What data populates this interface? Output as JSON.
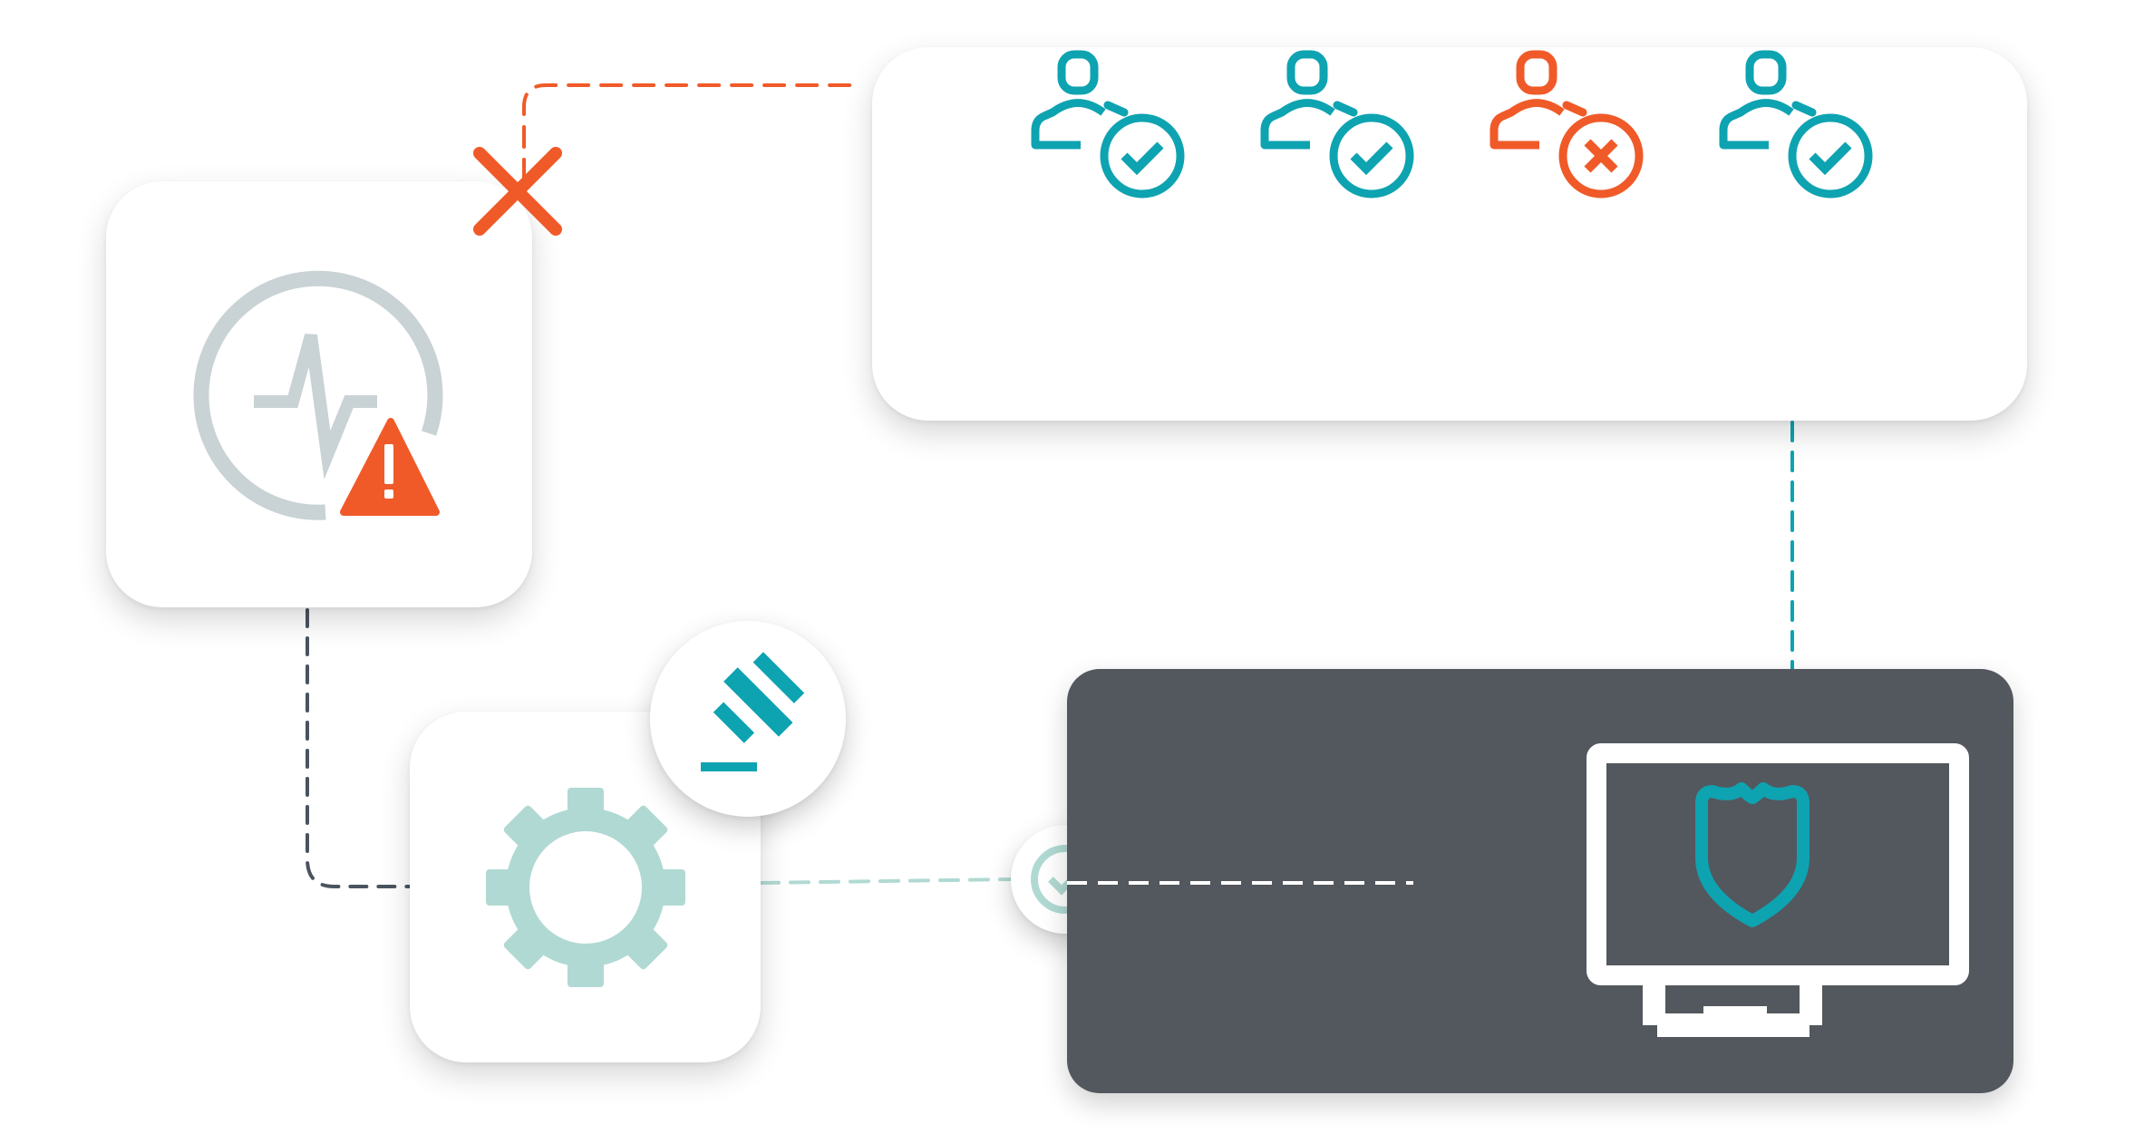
{
  "colors": {
    "teal": "#0ea3b1",
    "orange": "#f05a28",
    "mint": "#b1d9d3",
    "gray_icon": "#c9d2d5",
    "dark_panel": "#53575e",
    "dash_dark": "#4a5460"
  },
  "icons": {
    "alert_card": "heartbeat-warning-icon",
    "blocked_connection": "x-mark-icon",
    "users": [
      {
        "icon": "user-verified-icon",
        "status": "approved"
      },
      {
        "icon": "user-verified-icon",
        "status": "approved"
      },
      {
        "icon": "user-rejected-icon",
        "status": "denied"
      },
      {
        "icon": "user-verified-icon",
        "status": "approved"
      }
    ],
    "settings": "gear-icon",
    "policy": "gavel-icon",
    "verified": "check-circle-icon",
    "device": "monitor-shield-icon"
  }
}
